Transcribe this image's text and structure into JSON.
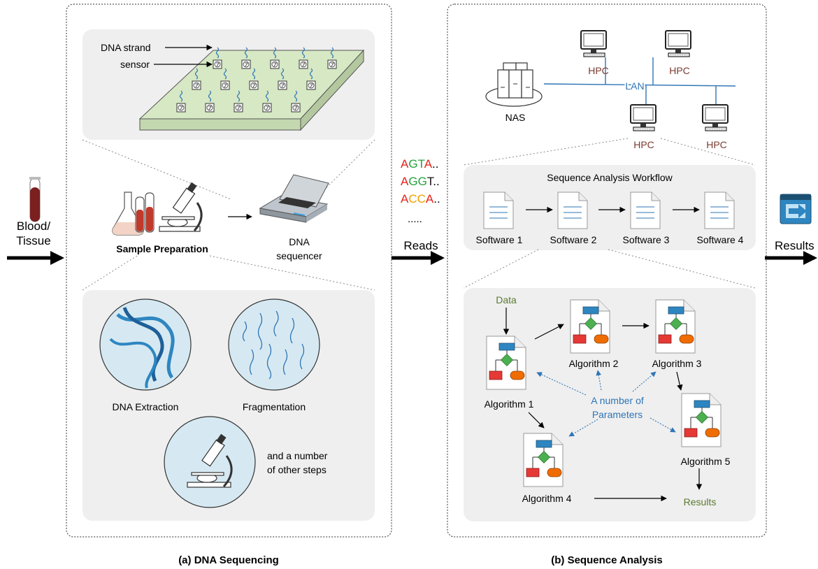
{
  "input": {
    "line1": "Blood/",
    "line2": "Tissue"
  },
  "panel_a": {
    "caption": "(a) DNA Sequencing",
    "chip": {
      "strand_label": "DNA strand",
      "sensor_label": "sensor"
    },
    "sample_prep_label": "Sample Preparation",
    "sequencer_label_1": "DNA",
    "sequencer_label_2": "sequencer",
    "steps": {
      "extraction": "DNA Extraction",
      "fragmentation": "Fragmentation",
      "other_1": "and a number",
      "other_2": "of other steps"
    }
  },
  "reads": {
    "label": "Reads",
    "ellipsis": ".....",
    "lines": [
      {
        "a": "A",
        "b": "GT",
        "c": "A",
        "d": ".."
      },
      {
        "a": "A",
        "b": "GG",
        "c": "T",
        "d": ".."
      },
      {
        "a": "A",
        "b": "CC",
        "c": "A",
        "d": ".."
      }
    ],
    "colors": {
      "A": "#e5231b",
      "G": "#22a33a",
      "C": "#f0a000",
      "T": "#111111"
    }
  },
  "panel_b": {
    "caption": "(b) Sequence Analysis",
    "network": {
      "nas": "NAS",
      "lan": "LAN",
      "hpc": "HPC"
    },
    "workflow_title": "Sequence Analysis Workflow",
    "software": [
      "Software 1",
      "Software 2",
      "Software 3",
      "Software 4"
    ],
    "algorithms": {
      "data_label": "Data",
      "names": [
        "Algorithm 1",
        "Algorithm 2",
        "Algorithm 3",
        "Algorithm 4",
        "Algorithm 5"
      ],
      "params_1": "A number of",
      "params_2": "Parameters",
      "results_label": "Results"
    }
  },
  "output": {
    "label": "Results"
  },
  "colors": {
    "lan_blue": "#2f75b5",
    "param_blue": "#2e75b6",
    "data_green": "#5a7a2f",
    "hpc_brown": "#7b3a30",
    "panel_gray": "#efefef"
  }
}
